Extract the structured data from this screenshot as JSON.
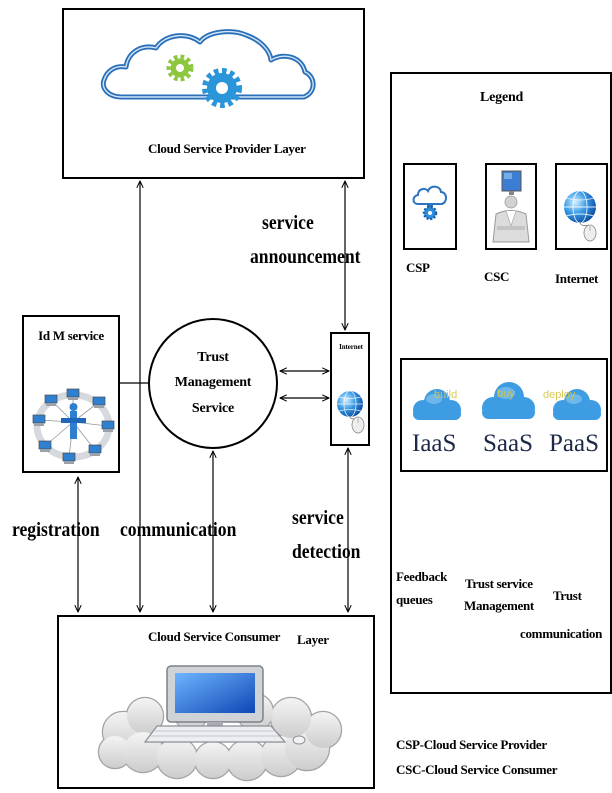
{
  "provider_layer": {
    "label": "Cloud Service Provider Layer",
    "icon": "cloud-gears-icon"
  },
  "idm_service": {
    "label": "Id M service",
    "icon": "network-icon"
  },
  "trust_service": {
    "lines": [
      "Trust",
      "Management",
      "Service"
    ]
  },
  "internet_node": {
    "label": "Internet",
    "icon": "globe-icon"
  },
  "consumer_layer": {
    "label": "Cloud Service Consumer",
    "label_suffix": "Layer",
    "icon": "desktop-computer-clouds-icon"
  },
  "connector_labels": {
    "service_announcement": [
      "service",
      "announcement"
    ],
    "registration": "registration",
    "communication": "communication",
    "service_detection": [
      "service",
      "detection"
    ]
  },
  "legend": {
    "title": "Legend",
    "icons": [
      {
        "label": "CSP",
        "icon": "cloud-icon"
      },
      {
        "label": "CSC",
        "icon": "user-computer-icon"
      },
      {
        "label": "Internet",
        "icon": "globe-icon"
      }
    ],
    "service_models": [
      {
        "label": "IaaS",
        "tag": "build",
        "icon": "cloud-icon"
      },
      {
        "label": "SaaS",
        "tag": "buy",
        "icon": "cloud-icon"
      },
      {
        "label": "PaaS",
        "tag": "deploy",
        "icon": "cloud-icon"
      }
    ],
    "items": [
      {
        "lines": [
          "Feedback",
          "queues"
        ]
      },
      {
        "lines": [
          "Trust service",
          "Management"
        ]
      },
      {
        "lines": [
          "Trust",
          "communication"
        ]
      }
    ]
  },
  "abbreviations": [
    "CSP-Cloud Service Provider",
    "CSC-Cloud Service Consumer"
  ],
  "colors": {
    "line": "#000000",
    "cloud_outline": "#2a74c0",
    "gear_green": "#8dc63f",
    "gear_blue": "#2b95d9",
    "service_cloud": "#3e9de2",
    "service_tag": "#d4c64a",
    "service_text": "#1c2a48"
  }
}
